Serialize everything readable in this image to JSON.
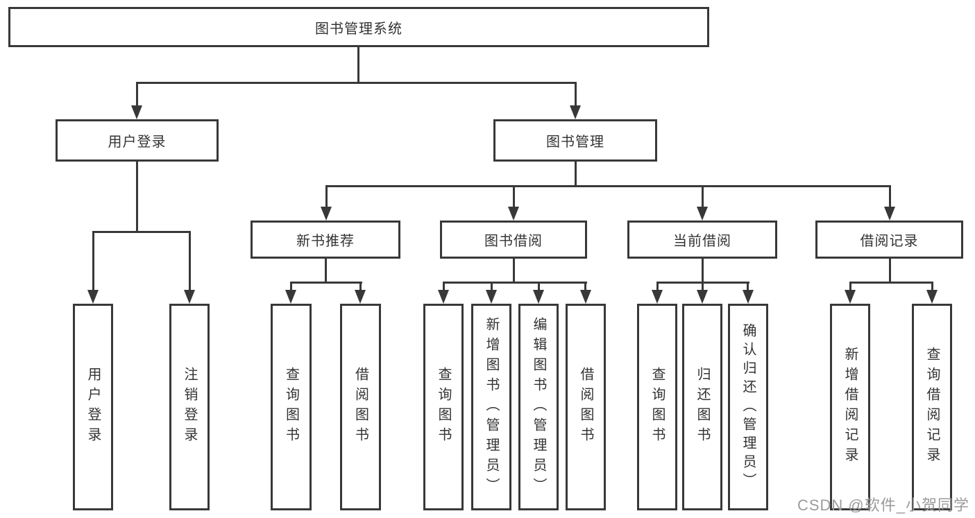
{
  "tree": {
    "root": "图书管理系统",
    "children": [
      {
        "label": "用户登录",
        "children": [
          "用户登录",
          "注销登录"
        ]
      },
      {
        "label": "图书管理",
        "children": [
          {
            "label": "新书推荐",
            "children": [
              "查询图书",
              "借阅图书"
            ]
          },
          {
            "label": "图书借阅",
            "children": [
              "查询图书",
              "新增图书（管理员）",
              "编辑图书（管理员）",
              "借阅图书"
            ]
          },
          {
            "label": "当前借阅",
            "children": [
              "查询图书",
              "归还图书",
              "确认归还（管理员）"
            ]
          },
          {
            "label": "借阅记录",
            "children": [
              "新增借阅记录",
              "查询借阅记录"
            ]
          }
        ]
      }
    ]
  },
  "watermark": "CSDN @软件_小贺同学",
  "colors": {
    "line": "#383838",
    "text": "#333333",
    "watermark_text": "#9b9b9b",
    "background": "#ffffff"
  }
}
